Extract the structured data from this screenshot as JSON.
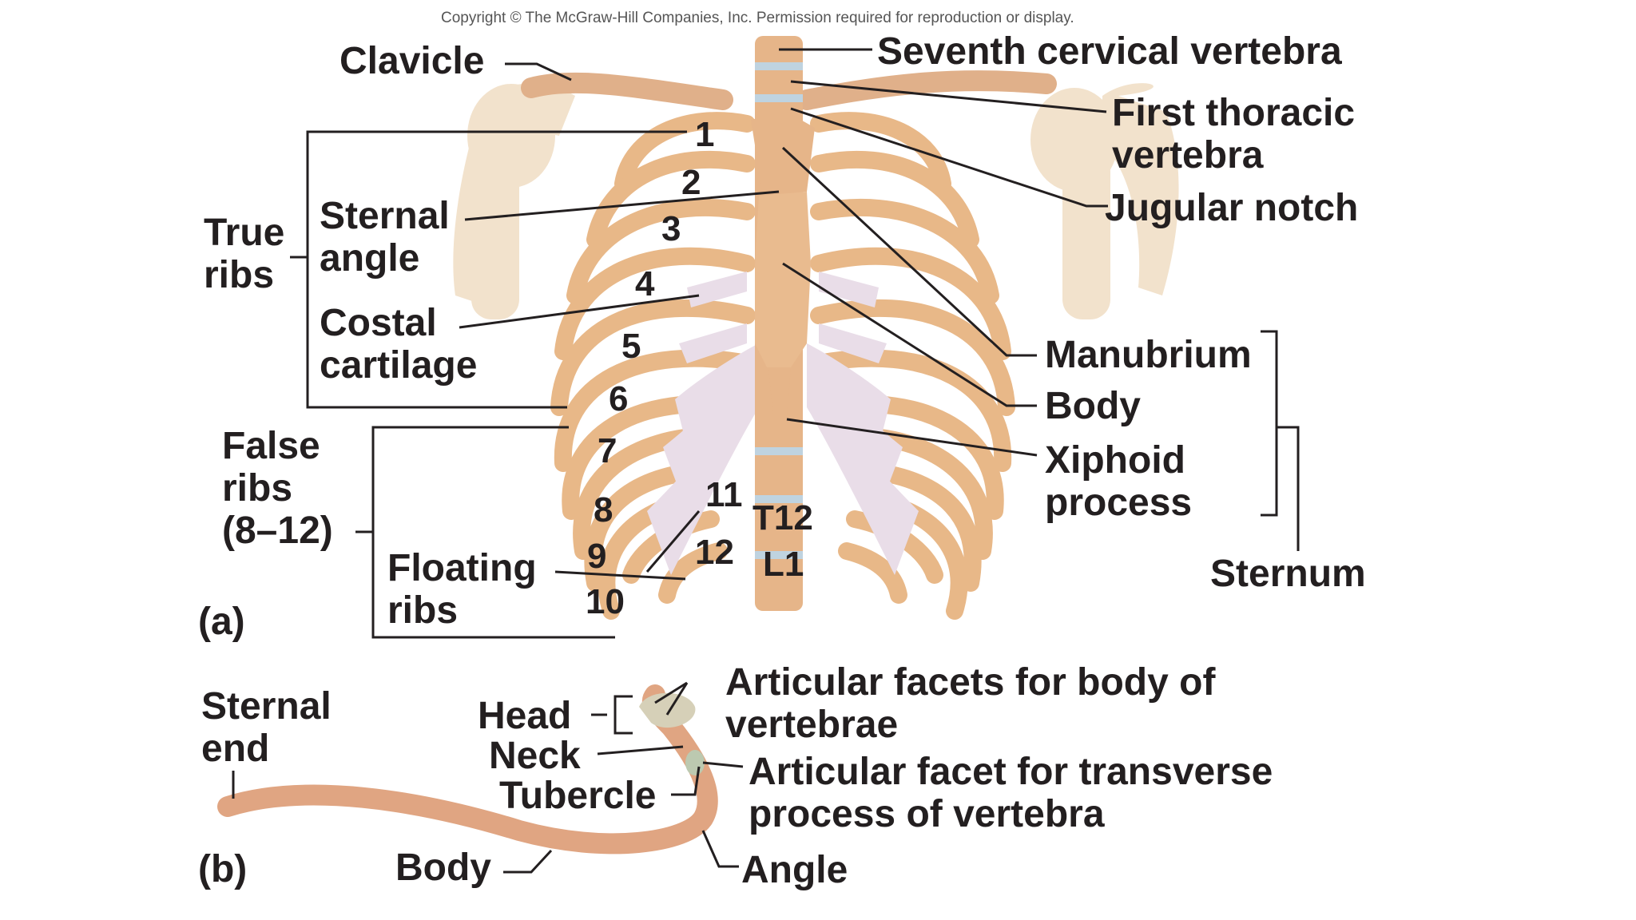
{
  "copyright": "Copyright © The McGraw-Hill Companies, Inc. Permission required for reproduction or display.",
  "part_a": {
    "panel_label": "(a)",
    "labels": {
      "clavicle": "Clavicle",
      "seventh_cervical": "Seventh cervical vertebra",
      "first_thoracic": "First thoracic\nvertebra",
      "jugular_notch": "Jugular notch",
      "true_ribs": "True\nribs",
      "sternal_angle": "Sternal\nangle",
      "costal_cartilage": "Costal\ncartilage",
      "false_ribs": "False\nribs\n(8–12)",
      "floating_ribs": "Floating\nribs",
      "manubrium": "Manubrium",
      "body": "Body",
      "xiphoid": "Xiphoid\nprocess",
      "sternum": "Sternum"
    },
    "rib_numbers": [
      "1",
      "2",
      "3",
      "4",
      "5",
      "6",
      "7",
      "8",
      "9",
      "10",
      "11",
      "12"
    ],
    "vertebra_labels": [
      "T12",
      "L1"
    ]
  },
  "part_b": {
    "panel_label": "(b)",
    "labels": {
      "sternal_end": "Sternal\nend",
      "head": "Head",
      "neck": "Neck",
      "tubercle": "Tubercle",
      "body": "Body",
      "articular_body": "Articular facets for body of\nvertebrae",
      "articular_transverse": "Articular facet for transverse\nprocess of vertebra",
      "angle": "Angle"
    }
  },
  "colors": {
    "bone": "#e8b888",
    "bone_dark": "#c8895a",
    "cartilage": "#e9dde8",
    "shoulder": "#f2e2cc",
    "leader": "#231f20"
  }
}
